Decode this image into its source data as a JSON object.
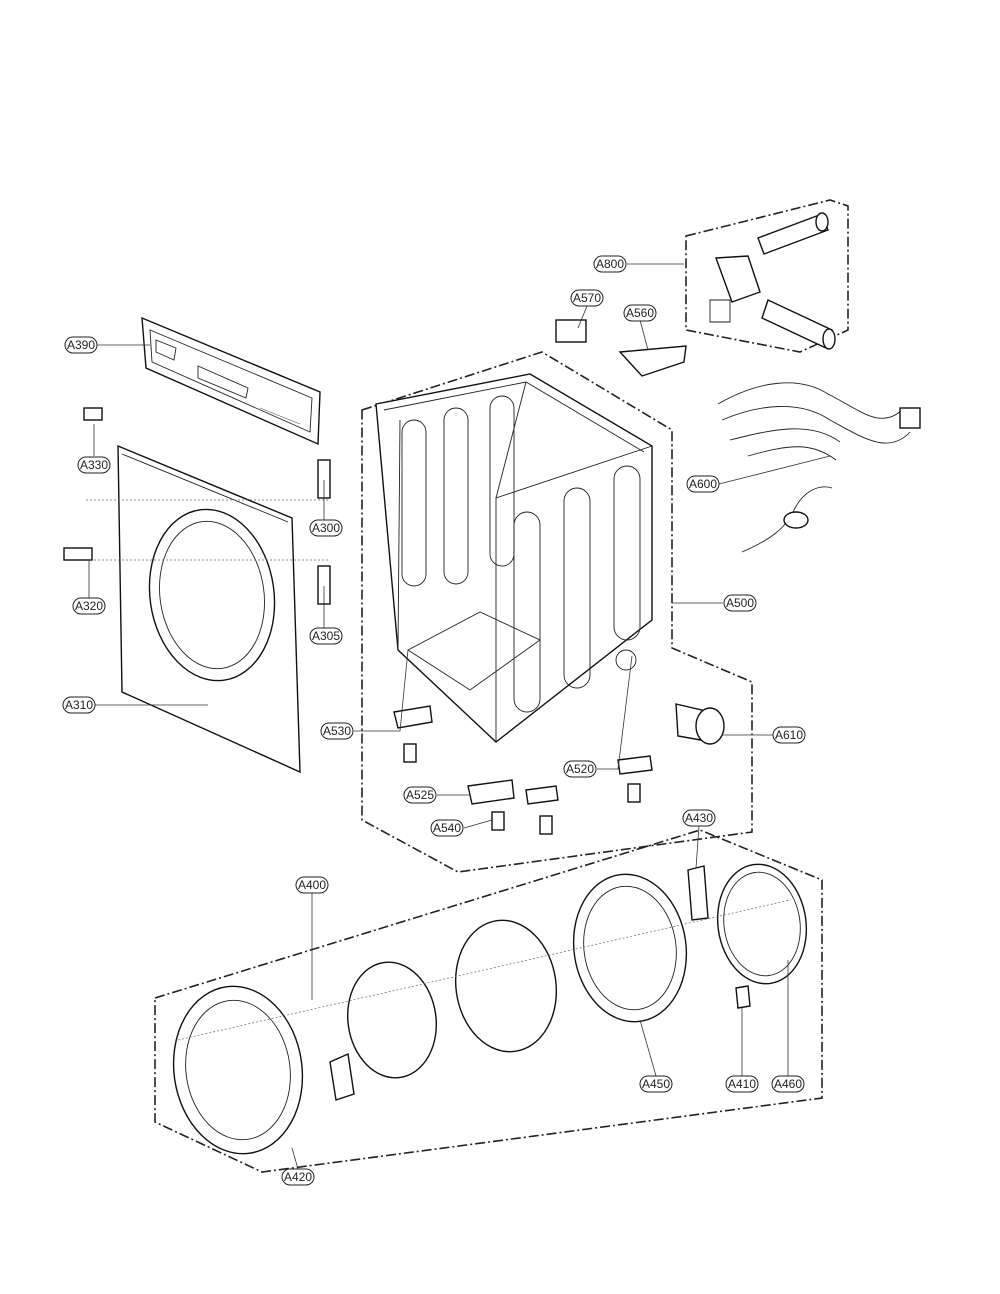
{
  "parts": [
    {
      "id": "A800",
      "label": "A800"
    },
    {
      "id": "A570",
      "label": "A570"
    },
    {
      "id": "A560",
      "label": "A560"
    },
    {
      "id": "A390",
      "label": "A390"
    },
    {
      "id": "A330",
      "label": "A330"
    },
    {
      "id": "A600",
      "label": "A600"
    },
    {
      "id": "A300",
      "label": "A300"
    },
    {
      "id": "A320",
      "label": "A320"
    },
    {
      "id": "A305",
      "label": "A305"
    },
    {
      "id": "A500",
      "label": "A500"
    },
    {
      "id": "A310",
      "label": "A310"
    },
    {
      "id": "A530",
      "label": "A530"
    },
    {
      "id": "A610",
      "label": "A610"
    },
    {
      "id": "A520",
      "label": "A520"
    },
    {
      "id": "A525",
      "label": "A525"
    },
    {
      "id": "A540",
      "label": "A540"
    },
    {
      "id": "A430",
      "label": "A430"
    },
    {
      "id": "A400",
      "label": "A400"
    },
    {
      "id": "A450",
      "label": "A450"
    },
    {
      "id": "A410",
      "label": "A410"
    },
    {
      "id": "A460",
      "label": "A460"
    },
    {
      "id": "A420",
      "label": "A420"
    }
  ]
}
